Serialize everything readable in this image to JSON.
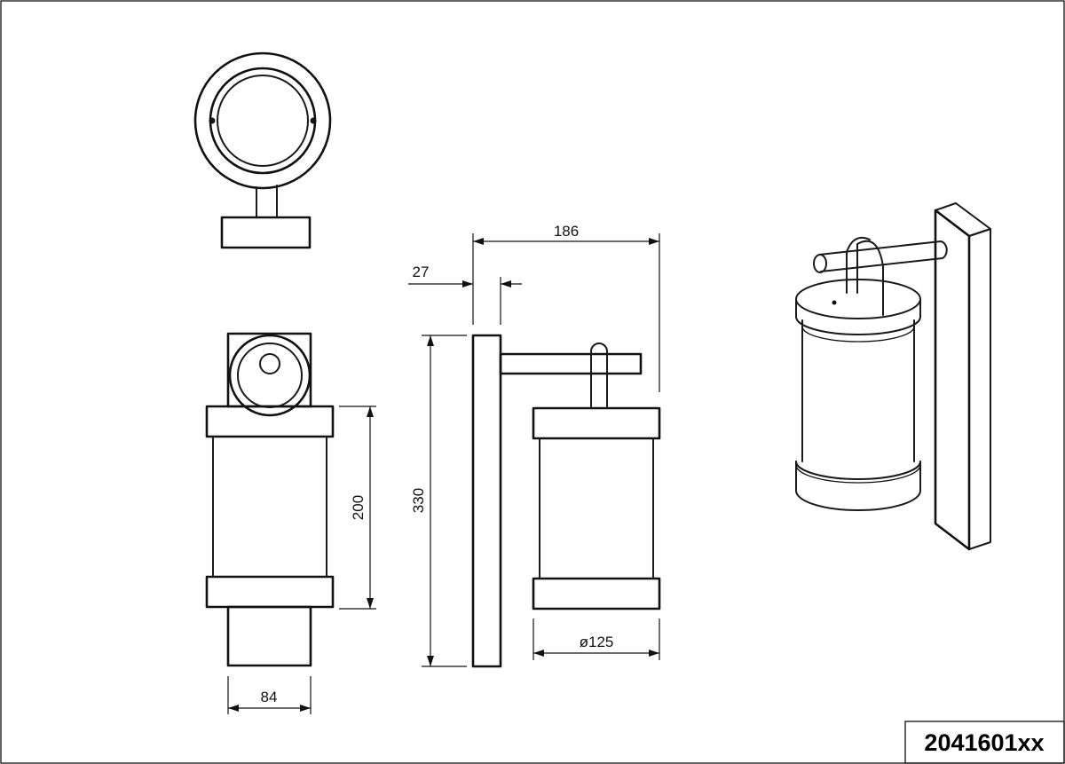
{
  "drawing": {
    "product_number": "2041601xx",
    "dimensions": {
      "overall_depth": "186",
      "plate_depth": "27",
      "overall_height": "330",
      "shade_height": "200",
      "shade_diameter": "ø125",
      "base_width": "84"
    }
  }
}
